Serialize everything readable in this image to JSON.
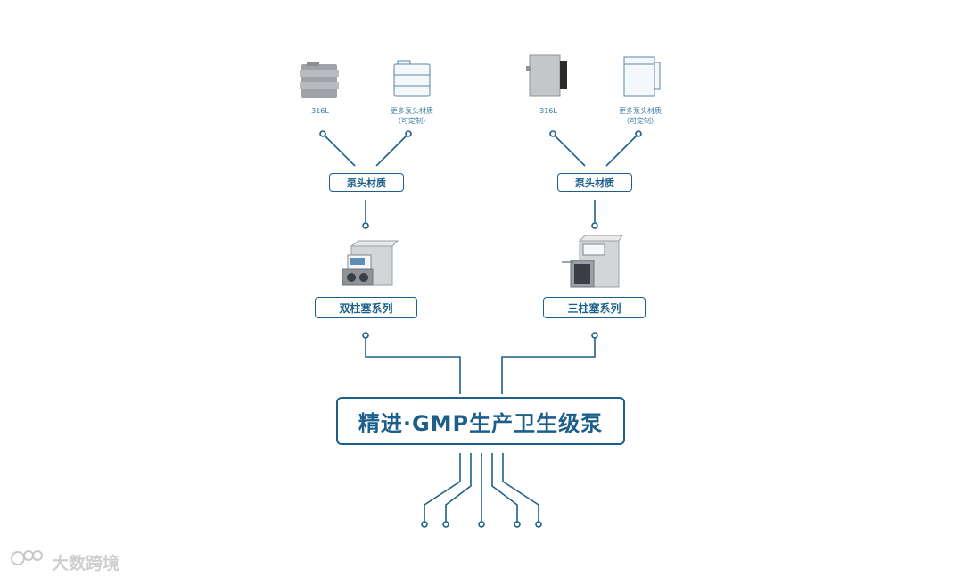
{
  "left_group": {
    "part_1_caption": "316L",
    "part_2_caption_line1": "更多泵头材质",
    "part_2_caption_line2": "（可定制）",
    "material_label": "泵头材质",
    "series_label": "双柱塞系列"
  },
  "right_group": {
    "part_1_caption": "316L",
    "part_2_caption_line1": "更多泵头材质",
    "part_2_caption_line2": "（可定制）",
    "material_label": "泵头材质",
    "series_label": "三柱塞系列"
  },
  "main_label": "精进·GMP生产卫生级泵",
  "watermark": "大数跨境",
  "colors": {
    "line": "#1b5f8a",
    "box_border": "#1b5f8a",
    "text": "#1b5f8a"
  }
}
